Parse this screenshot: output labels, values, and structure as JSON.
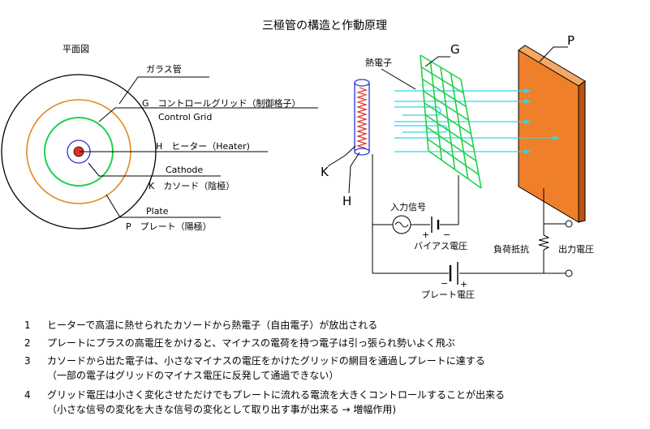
{
  "title": "三極管の構造と作動原理",
  "plan": {
    "title": "平面図",
    "glass": "ガラス管",
    "grid_jp": "G　コントロールグリッド（制御格子）",
    "grid_en": "Control Grid",
    "heater": "H　ヒーター（Heater)",
    "cathode_en": "Cathode",
    "cathode_jp": "K　カソード（陰極）",
    "plate_en": "Plate",
    "plate_jp": "P　プレート（陽極）"
  },
  "diagram": {
    "label_p": "P",
    "label_g": "G",
    "label_k": "K",
    "label_h": "H",
    "thermal_electron": "熱電子",
    "input_signal": "入力信号",
    "bias_voltage": "バイアス電圧",
    "bias_plus": "+",
    "bias_minus": "−",
    "load_resistor": "負荷抵抗",
    "output_voltage": "出力電圧",
    "plate_voltage": "プレート電圧",
    "plate_minus": "−",
    "plate_plus": "+",
    "colors": {
      "plate": "#f07f2a",
      "grid": "#1fd14a",
      "electron": "#33d4e8",
      "heater": "#e0302a",
      "cathode": "#2a35d6",
      "glass": "#e08a1f"
    }
  },
  "notes": [
    {
      "num": "1",
      "lines": [
        "ヒーターで高温に熱せられたカソードから熱電子（自由電子）が放出される"
      ]
    },
    {
      "num": "2",
      "lines": [
        "プレートにプラスの高電圧をかけると、マイナスの電荷を持つ電子は引っ張られ勢いよく飛ぶ"
      ]
    },
    {
      "num": "3",
      "lines": [
        "カソードから出た電子は、小さなマイナスの電圧をかけたグリッドの網目を通過しプレートに達する",
        "（一部の電子はグリッドのマイナス電圧に反発して通過できない）"
      ]
    },
    {
      "num": "4",
      "lines": [
        "グリッド電圧は小さく変化させただけでもプレートに流れる電流を大きくコントロールすることが出来る",
        "（小さな信号の変化を大きな信号の変化として取り出す事が出来る → 増幅作用)"
      ]
    }
  ]
}
